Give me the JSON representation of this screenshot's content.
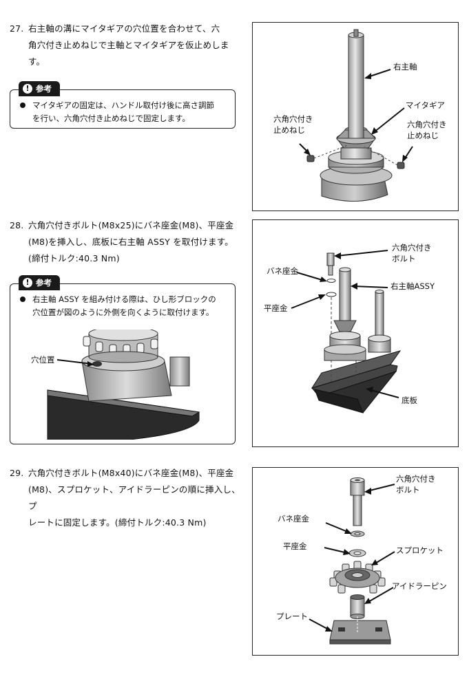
{
  "steps": [
    {
      "number": "27.",
      "text_lines": [
        "右主軸の溝にマイタギアの穴位置を合わせて、六",
        "角穴付き止めねじで主軸とマイタギアを仮止めしま",
        "す。"
      ],
      "note": {
        "tab": "参考",
        "bullet_lines": [
          "マイタギアの固定は、ハンドル取付け後に高さ調節",
          "を行い、六角穴付き止めねじで固定します。"
        ]
      },
      "figure_labels": {
        "main_shaft": "右主軸",
        "miter_gear": "マイタギア",
        "left_screw": [
          "六角穴付き",
          "止めねじ"
        ],
        "right_screw": [
          "六角穴付き",
          "止めねじ"
        ]
      }
    },
    {
      "number": "28.",
      "text_lines": [
        "六角穴付きボルト(M8x25)にバネ座金(M8)、平座金",
        "(M8)を挿入し、底板に右主軸 ASSY を取付けます。",
        "(締付トルク:40.3 Nm)"
      ],
      "note": {
        "tab": "参考",
        "bullet_lines": [
          "右主軸 ASSY を組み付ける際は、ひし形ブロックの",
          "穴位置が図のように外側を向くように取付けます。"
        ],
        "inset_label": "穴位置"
      },
      "figure_labels": {
        "bolt": [
          "六角穴付き",
          "ボルト"
        ],
        "spring_washer": "バネ座金",
        "shaft_assy": "右主軸ASSY",
        "flat_washer": "平座金",
        "base_plate": "底板"
      }
    },
    {
      "number": "29.",
      "text_lines": [
        "六角穴付きボルト(M8x40)にバネ座金(M8)、平座金",
        "(M8)、スプロケット、アイドラーピンの順に挿入し、プ",
        "レートに固定します。(締付トルク:40.3 Nm)"
      ],
      "figure_labels": {
        "bolt": [
          "六角穴付き",
          "ボルト"
        ],
        "spring_washer": "バネ座金",
        "flat_washer": "平座金",
        "sprocket": "スプロケット",
        "idler_pin": "アイドラーピン",
        "plate": "プレート"
      }
    }
  ]
}
